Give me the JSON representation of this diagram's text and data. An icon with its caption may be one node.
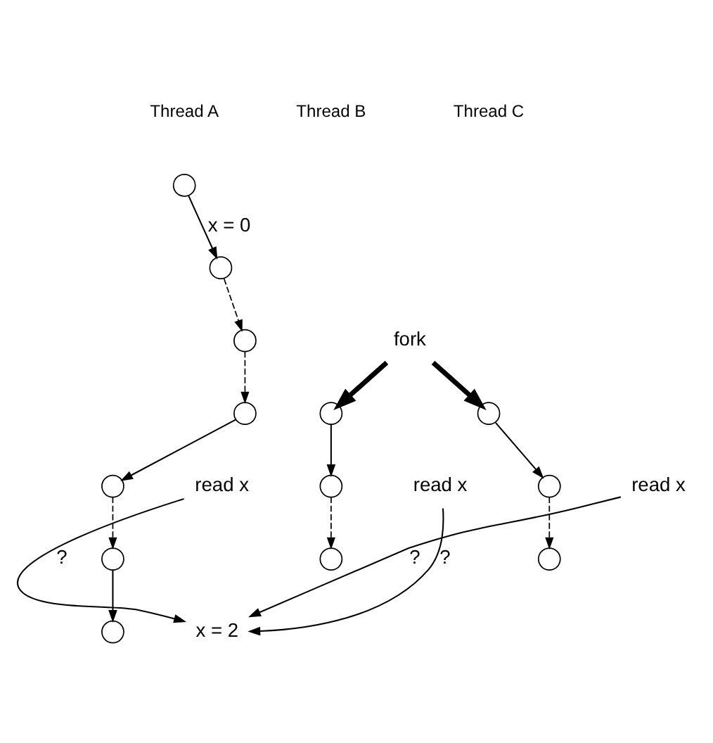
{
  "diagram": {
    "nodes": [
      {
        "text": [],
        "shape": "circle"
      },
      {
        "text": [],
        "shape": "circle"
      },
      {
        "text": [
          "fork"
        ]
      },
      {
        "text": [],
        "shape": "circle"
      },
      {
        "text": [],
        "shape": "circle"
      },
      {
        "text": [
          "read x"
        ]
      },
      {
        "text": [],
        "shape": "circle"
      },
      {
        "text": [],
        "shape": "circle"
      },
      {
        "text": [
          "x = 2"
        ]
      },
      {
        "text": [],
        "shape": "circle"
      },
      {
        "text": [],
        "shape": "circle"
      },
      {
        "text": [
          "read x"
        ]
      },
      {
        "text": [],
        "shape": "circle"
      },
      {
        "text": [],
        "shape": "circle"
      },
      {
        "text": [],
        "shape": "circle"
      },
      {
        "text": [
          "read x"
        ]
      },
      {
        "text": [],
        "shape": "circle"
      },
      {
        "text": [],
        "shape": "circle"
      }
    ],
    "edges": [
      {
        "from": 0,
        "to": 1,
        "arrow": "to",
        "label": "x = 0"
      },
      {
        "from": 1,
        "to": 3,
        "arrow": "to",
        "style": "dashed"
      },
      {
        "from": 3,
        "to": 4,
        "arrow": "to",
        "style": "dashed"
      },
      {
        "from": 4,
        "to": 6,
        "arrow": "to"
      },
      {
        "from": 6,
        "to": 7,
        "arrow": "to",
        "style": "dashed"
      },
      {
        "from": 7,
        "to": 9,
        "arrow": "to"
      },
      {
        "from": 2,
        "to": 10,
        "arrow": "to",
        "style": "thick"
      },
      {
        "from": 2,
        "to": 14,
        "arrow": "to",
        "style": "thick"
      },
      {
        "from": 10,
        "to": 12,
        "arrow": "to"
      },
      {
        "from": 12,
        "to": 13,
        "arrow": "to",
        "style": "dashed"
      },
      {
        "from": 14,
        "to": 16,
        "arrow": "to"
      },
      {
        "from": 16,
        "to": 17,
        "arrow": "to",
        "style": "dashed"
      },
      {
        "from": 5,
        "to": 8,
        "arrow": "to",
        "label": "?"
      },
      {
        "from": 11,
        "to": 8,
        "arrow": "to",
        "label": "?"
      },
      {
        "from": 15,
        "to": 8,
        "arrow": "to",
        "label": "?"
      }
    ],
    "labels": [
      "Thread A",
      "Thread B",
      "Thread C"
    ]
  }
}
